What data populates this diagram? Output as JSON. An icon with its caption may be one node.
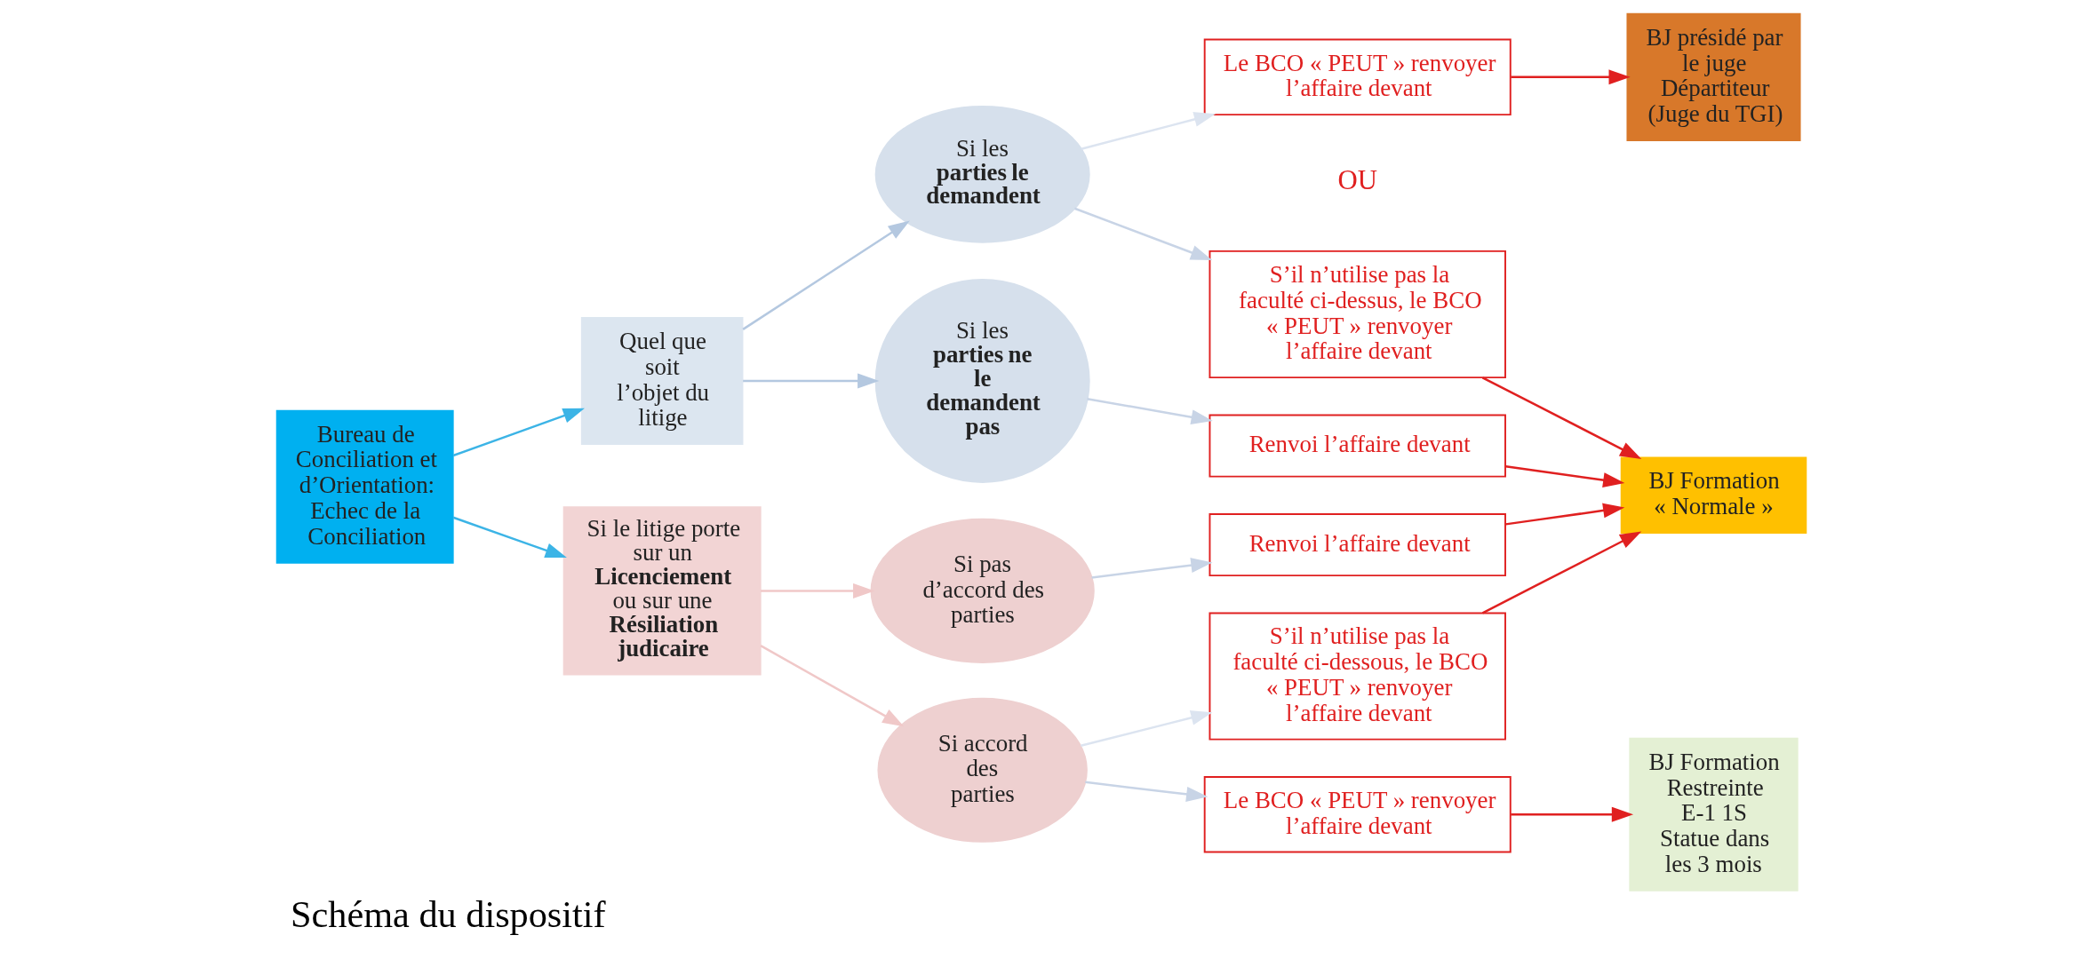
{
  "diagram": {
    "title": "Schéma du dispositif",
    "nodes": [
      {
        "text": [
          "Bureau de Conciliation et d’Orientation: Echec de la Conciliation"
        ]
      },
      {
        "text": [
          "Quel que soit l’objet du litige"
        ]
      },
      {
        "text": [
          "Si le litige porte sur un **Licenciement** ou sur une **Résiliation judicaire**"
        ]
      },
      {
        "text": [
          "Si les **parties le demandent**"
        ]
      },
      {
        "text": [
          "Si les **parties ne le demandent pas**"
        ]
      },
      {
        "text": [
          "Si pas d’accord des parties"
        ]
      },
      {
        "text": [
          "Si accord des parties"
        ]
      },
      {
        "text": [
          "Le BCO « PEUT » renvoyer l’affaire devant"
        ]
      },
      {
        "text": [
          "S’il n’utilise pas la faculté ci-dessus, le BCO « PEUT » renvoyer l’affaire devant"
        ]
      },
      {
        "text": [
          "Renvoi l’affaire devant"
        ]
      },
      {
        "text": [
          "Renvoi l’affaire devant"
        ]
      },
      {
        "text": [
          "S’il n’utilise pas la faculté ci-dessous, le BCO « PEUT » renvoyer l’affaire devant"
        ]
      },
      {
        "text": [
          "Le BCO « PEUT » renvoyer l’affaire devant"
        ]
      },
      {
        "text": [
          "BJ présidé par le juge Départiteur (Juge du TGI)"
        ]
      },
      {
        "text": [
          "BJ Formation « Normale »"
        ]
      },
      {
        "text": [
          "BJ Formation Restreinte E-1 1S Statue dans les 3 mois"
        ]
      }
    ],
    "edges": [
      {
        "from": 0,
        "to": 1,
        "arrow": "to",
        "color": "#3cb4e6"
      },
      {
        "from": 0,
        "to": 2,
        "arrow": "to",
        "color": "#3cb4e6"
      },
      {
        "from": 1,
        "to": 3,
        "arrow": "to",
        "color": "#b4c8e0"
      },
      {
        "from": 1,
        "to": 4,
        "arrow": "to",
        "color": "#b4c8e0"
      },
      {
        "from": 2,
        "to": 5,
        "arrow": "to",
        "color": "#f0c8c8"
      },
      {
        "from": 2,
        "to": 6,
        "arrow": "to",
        "color": "#f0c8c8"
      },
      {
        "from": 3,
        "to": 7,
        "arrow": "to",
        "color": "#dce4f0"
      },
      {
        "from": 3,
        "to": 8,
        "arrow": "to",
        "color": "#c8d4e6"
      },
      {
        "from": 4,
        "to": 9,
        "arrow": "to",
        "color": "#c8d4e6"
      },
      {
        "from": 5,
        "to": 10,
        "arrow": "to",
        "color": "#c8d4e6"
      },
      {
        "from": 6,
        "to": 11,
        "arrow": "to",
        "color": "#dce4f0"
      },
      {
        "from": 6,
        "to": 12,
        "arrow": "to",
        "color": "#c8d4e6"
      },
      {
        "from": 7,
        "to": 13,
        "arrow": "to"
      },
      {
        "from": 8,
        "to": 14,
        "arrow": "to"
      },
      {
        "from": 9,
        "to": 14,
        "arrow": "to"
      },
      {
        "from": 10,
        "to": 14,
        "arrow": "to"
      },
      {
        "from": 11,
        "to": 14,
        "arrow": "to"
      },
      {
        "from": 12,
        "to": 15,
        "arrow": "to"
      }
    ],
    "labels": [
      "OU"
    ]
  }
}
